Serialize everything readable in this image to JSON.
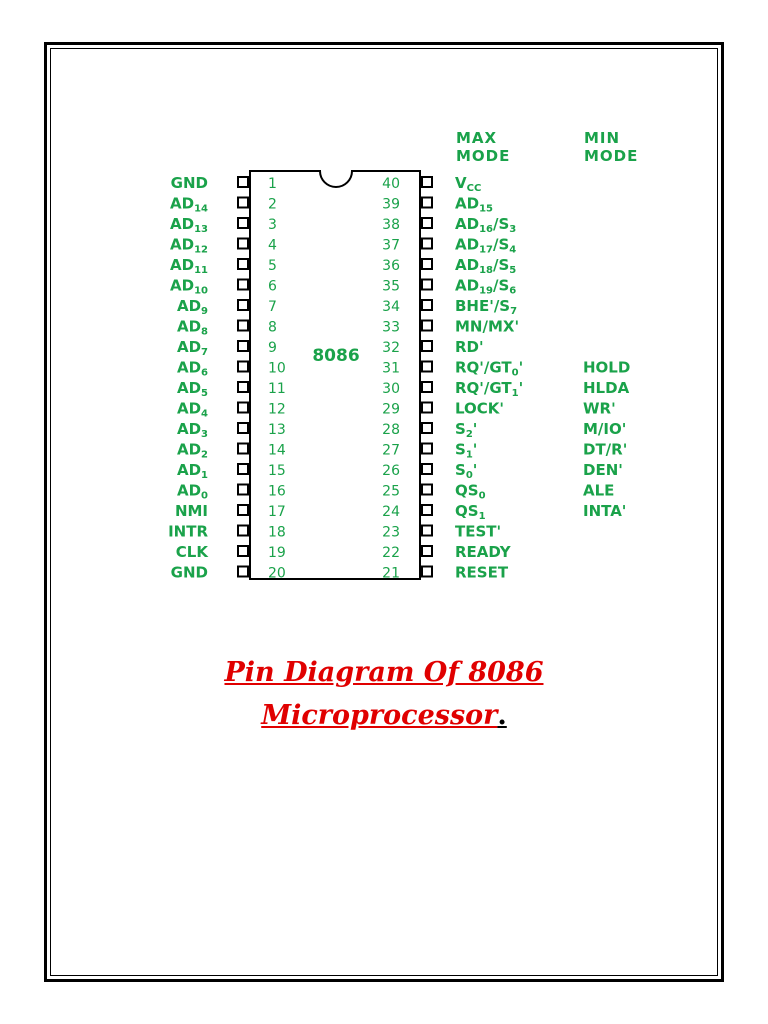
{
  "chip": {
    "name": "8086",
    "left_pins": [
      {
        "num": "1",
        "sig": "GND"
      },
      {
        "num": "2",
        "sig": "AD",
        "sub": "14"
      },
      {
        "num": "3",
        "sig": "AD",
        "sub": "13"
      },
      {
        "num": "4",
        "sig": "AD",
        "sub": "12"
      },
      {
        "num": "5",
        "sig": "AD",
        "sub": "11"
      },
      {
        "num": "6",
        "sig": "AD",
        "sub": "10"
      },
      {
        "num": "7",
        "sig": "AD",
        "sub": "9"
      },
      {
        "num": "8",
        "sig": "AD",
        "sub": "8"
      },
      {
        "num": "9",
        "sig": "AD",
        "sub": "7"
      },
      {
        "num": "10",
        "sig": "AD",
        "sub": "6"
      },
      {
        "num": "11",
        "sig": "AD",
        "sub": "5"
      },
      {
        "num": "12",
        "sig": "AD",
        "sub": "4"
      },
      {
        "num": "13",
        "sig": "AD",
        "sub": "3"
      },
      {
        "num": "14",
        "sig": "AD",
        "sub": "2"
      },
      {
        "num": "15",
        "sig": "AD",
        "sub": "1"
      },
      {
        "num": "16",
        "sig": "AD",
        "sub": "0"
      },
      {
        "num": "17",
        "sig": "NMI"
      },
      {
        "num": "18",
        "sig": "INTR"
      },
      {
        "num": "19",
        "sig": "CLK"
      },
      {
        "num": "20",
        "sig": "GND"
      }
    ],
    "right_pins": [
      {
        "num": "40",
        "sig": "V",
        "sub": "CC",
        "min": ""
      },
      {
        "num": "39",
        "sig": "AD",
        "sub": "15",
        "min": ""
      },
      {
        "num": "38",
        "sig": "AD",
        "sub": "16",
        "tail": "/S",
        "sub2": "3",
        "min": ""
      },
      {
        "num": "37",
        "sig": "AD",
        "sub": "17",
        "tail": "/S",
        "sub2": "4",
        "min": ""
      },
      {
        "num": "36",
        "sig": "AD",
        "sub": "18",
        "tail": "/S",
        "sub2": "5",
        "min": ""
      },
      {
        "num": "35",
        "sig": "AD",
        "sub": "19",
        "tail": "/S",
        "sub2": "6",
        "min": ""
      },
      {
        "num": "34",
        "sig": "BHE'/S",
        "sub": "7",
        "min": ""
      },
      {
        "num": "33",
        "sig": "MN/MX'",
        "min": ""
      },
      {
        "num": "32",
        "sig": "RD'",
        "min": ""
      },
      {
        "num": "31",
        "sig": "RQ'/GT",
        "sub": "0",
        "tail": "'",
        "min": "HOLD"
      },
      {
        "num": "30",
        "sig": "RQ'/GT",
        "sub": "1",
        "tail": "'",
        "min": "HLDA"
      },
      {
        "num": "29",
        "sig": "LOCK'",
        "min": "WR'"
      },
      {
        "num": "28",
        "sig": "S",
        "sub": "2",
        "tail": "'",
        "min": "M/IO'"
      },
      {
        "num": "27",
        "sig": "S",
        "sub": "1",
        "tail": "'",
        "min": "DT/R'"
      },
      {
        "num": "26",
        "sig": "S",
        "sub": "0",
        "tail": "'",
        "min": "DEN'"
      },
      {
        "num": "25",
        "sig": "QS",
        "sub": "0",
        "min": "ALE"
      },
      {
        "num": "24",
        "sig": "QS",
        "sub": "1",
        "min": "INTA'"
      },
      {
        "num": "23",
        "sig": "TEST'",
        "min": ""
      },
      {
        "num": "22",
        "sig": "READY",
        "min": ""
      },
      {
        "num": "21",
        "sig": "RESET",
        "min": ""
      }
    ]
  },
  "headers": {
    "max_line1": "MAX",
    "max_line2": "MODE",
    "min_line1": "MIN",
    "min_line2": "MODE"
  },
  "caption": {
    "line1": "Pin Diagram Of 8086",
    "line2": "Microprocessor",
    "trail": "."
  },
  "colors": {
    "diagram_green": "#1aa24a",
    "caption_red": "#e00000",
    "border": "#000000"
  }
}
